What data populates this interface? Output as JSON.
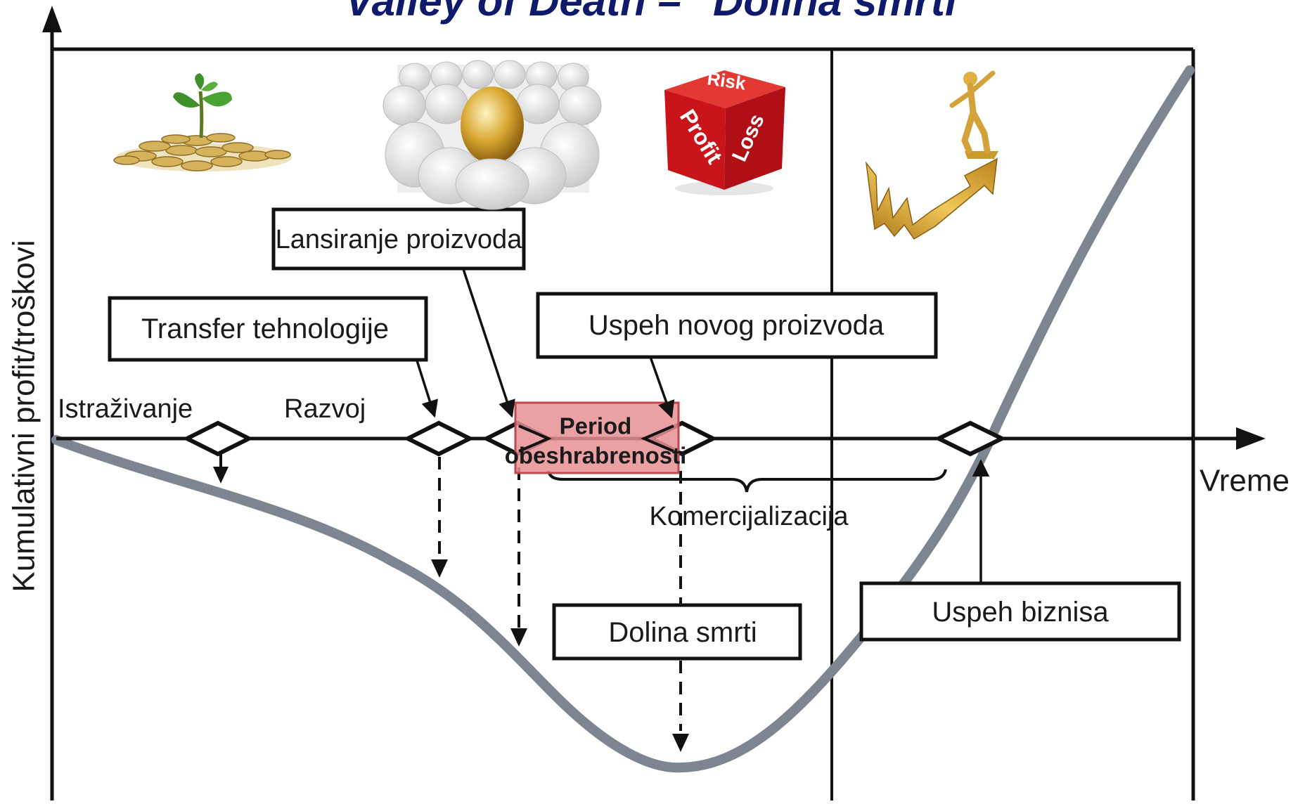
{
  "title": "Valley of Death – \"Dolina smrti\"",
  "axes": {
    "y_label": "Kumulativni profit/troškovi",
    "x_label": "Vreme"
  },
  "phases": {
    "research": "Istraživanje",
    "development": "Razvoj",
    "commercialization": "Komercijalizacija"
  },
  "boxes": {
    "product_launch": "Lansiranje proizvoda",
    "tech_transfer": "Transfer tehnologije",
    "new_product_success": "Uspeh novog proizvoda",
    "discouragement_line1": "Period",
    "discouragement_line2": "obeshrabrenosti",
    "valley_of_death": "Dolina smrti",
    "business_success": "Uspeh biznisa"
  },
  "images": {
    "seedling_coins": "seedling-on-coins-icon",
    "golden_egg": "golden-egg-among-white-eggs-icon",
    "risk_dice": "risk-profit-loss-dice-icon",
    "success_figure": "figure-on-rising-arrow-icon"
  },
  "dice_words": {
    "top": "Risk",
    "left": "Profit",
    "right": "Loss"
  },
  "colors": {
    "title": "#0e1a6b",
    "curve": "#7d8590",
    "discouragement_fill": "#e88f93",
    "dice": "#d11a1a",
    "gold": "#c99a2e"
  }
}
